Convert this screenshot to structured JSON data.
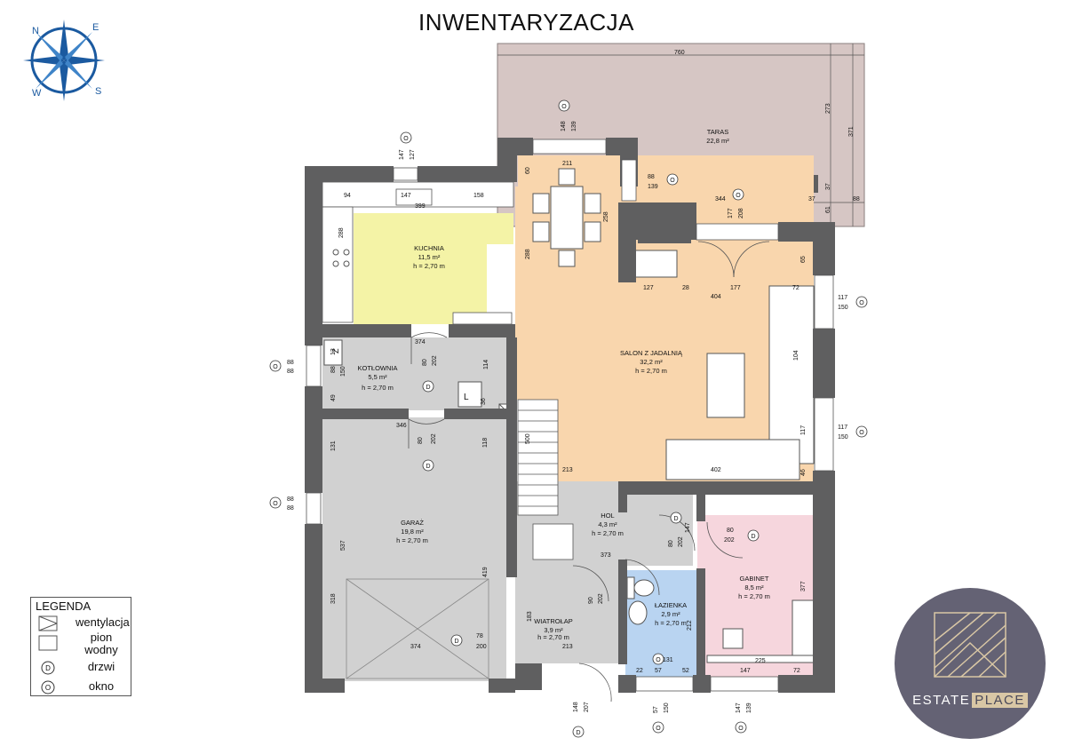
{
  "title": "INWENTARYZACJA",
  "compass": {
    "n": "N",
    "e": "E",
    "s": "S",
    "w": "W"
  },
  "rooms": [
    {
      "key": "taras",
      "name": "TARAS",
      "area": "22,8 m²",
      "height": ""
    },
    {
      "key": "kuchnia",
      "name": "KUCHNIA",
      "area": "11,5 m²",
      "height": "h = 2,70 m"
    },
    {
      "key": "salon",
      "name": "SALON Z JADALNIĄ",
      "area": "32,2 m²",
      "height": "h = 2,70 m"
    },
    {
      "key": "kotlownia",
      "name": "KOTŁOWNIA",
      "area": "5,5 m²",
      "height": "h = 2,70 m"
    },
    {
      "key": "garaz",
      "name": "GARAŻ",
      "area": "19,8 m²",
      "height": "h = 2,70 m"
    },
    {
      "key": "hol",
      "name": "HOL",
      "area": "4,3 m²",
      "height": "h = 2,70 m"
    },
    {
      "key": "lazienka",
      "name": "ŁAZIENKA",
      "area": "2,9 m²",
      "height": "h = 2,70 m"
    },
    {
      "key": "gabinet",
      "name": "GABINET",
      "area": "8,5 m²",
      "height": "h = 2,70 m"
    },
    {
      "key": "wiatrolap",
      "name": "WIATROŁAP",
      "area": "3,9 m²",
      "height": "h = 2,70 m"
    }
  ],
  "dimensions": [
    "760",
    "273",
    "371",
    "37",
    "88",
    "61",
    "37",
    "344",
    "177",
    "208",
    "148",
    "139",
    "211",
    "88",
    "139",
    "60",
    "258",
    "288",
    "147",
    "127",
    "94",
    "147",
    "158",
    "399",
    "288",
    "127",
    "28",
    "177",
    "72",
    "404",
    "65",
    "117",
    "150",
    "117",
    "150",
    "374",
    "80",
    "202",
    "114",
    "88",
    "88",
    "13",
    "88",
    "150",
    "49",
    "36",
    "346",
    "80",
    "202",
    "131",
    "118",
    "88",
    "88",
    "537",
    "318",
    "419",
    "374",
    "500",
    "213",
    "104",
    "117",
    "402",
    "46",
    "373",
    "80",
    "202",
    "147",
    "80",
    "202",
    "90",
    "202",
    "183",
    "78",
    "200",
    "213",
    "212",
    "377",
    "225",
    "72",
    "22",
    "57",
    "52",
    "147",
    "131",
    "148",
    "207",
    "57",
    "150",
    "147",
    "139"
  ],
  "symbols": {
    "window": "O",
    "door": "D",
    "boiler": "L",
    "pion": "Z"
  },
  "legend": {
    "title": "LEGENDA",
    "items": [
      {
        "icon": "ventilation-icon",
        "label": "wentylacja"
      },
      {
        "icon": "riser-icon",
        "label": "pion wodny"
      },
      {
        "icon": "door-icon",
        "label": "drzwi"
      },
      {
        "icon": "window-icon",
        "label": "okno"
      }
    ]
  },
  "brand": {
    "name_part1": "ESTATE",
    "name_part2": "PLACE"
  },
  "colors": {
    "wall": "#5f5f60",
    "kitchen": "#f4f3a6",
    "salon": "#f9d6ad",
    "utility": "#d1d1d1",
    "bathroom": "#b9d4f1",
    "office": "#f6d6dd",
    "terrace": "#d6c6c4",
    "brand": "#646274",
    "brand_accent": "#d9c7a5"
  }
}
